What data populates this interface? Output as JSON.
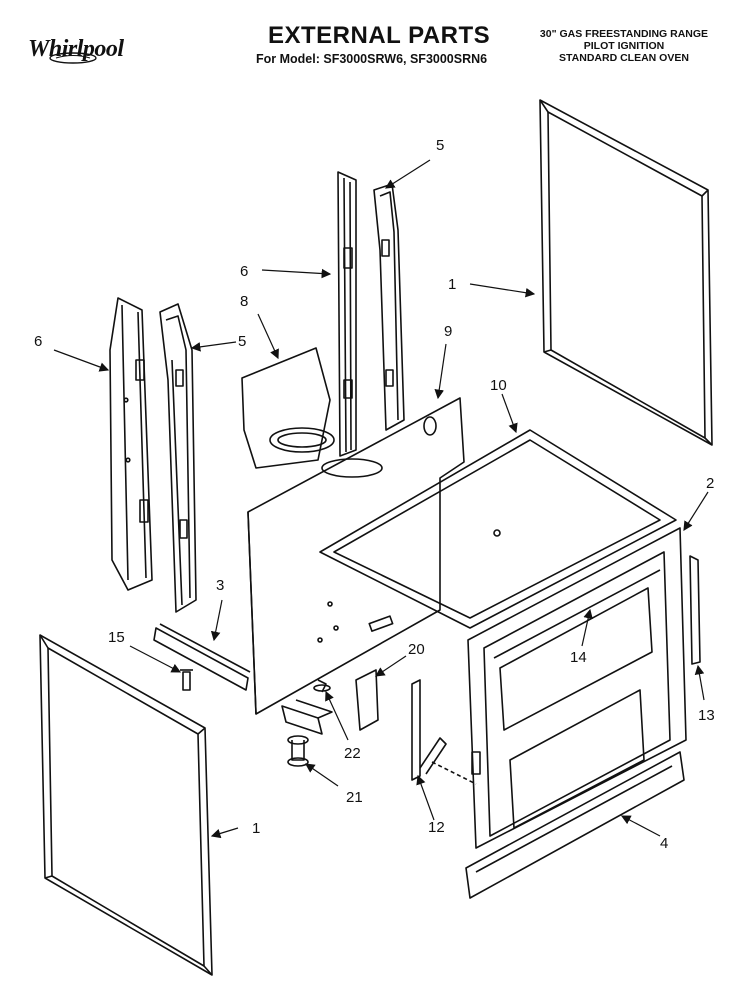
{
  "header": {
    "brand": "Whirlpool",
    "title": "EXTERNAL PARTS",
    "model_line": "For Model: SF3000SRW6, SF3000SRN6",
    "spec_lines": [
      "30\" GAS FREESTANDING RANGE",
      "PILOT IGNITION",
      "STANDARD CLEAN OVEN"
    ]
  },
  "callouts": {
    "c1_top": "1",
    "c1_bottom": "1",
    "c2": "2",
    "c3": "3",
    "c4": "4",
    "c5_top": "5",
    "c5_left": "5",
    "c6_top": "6",
    "c6_left": "6",
    "c8": "8",
    "c9": "9",
    "c10": "10",
    "c12": "12",
    "c13": "13",
    "c14": "14",
    "c15": "15",
    "c20": "20",
    "c21": "21",
    "c22": "22"
  }
}
